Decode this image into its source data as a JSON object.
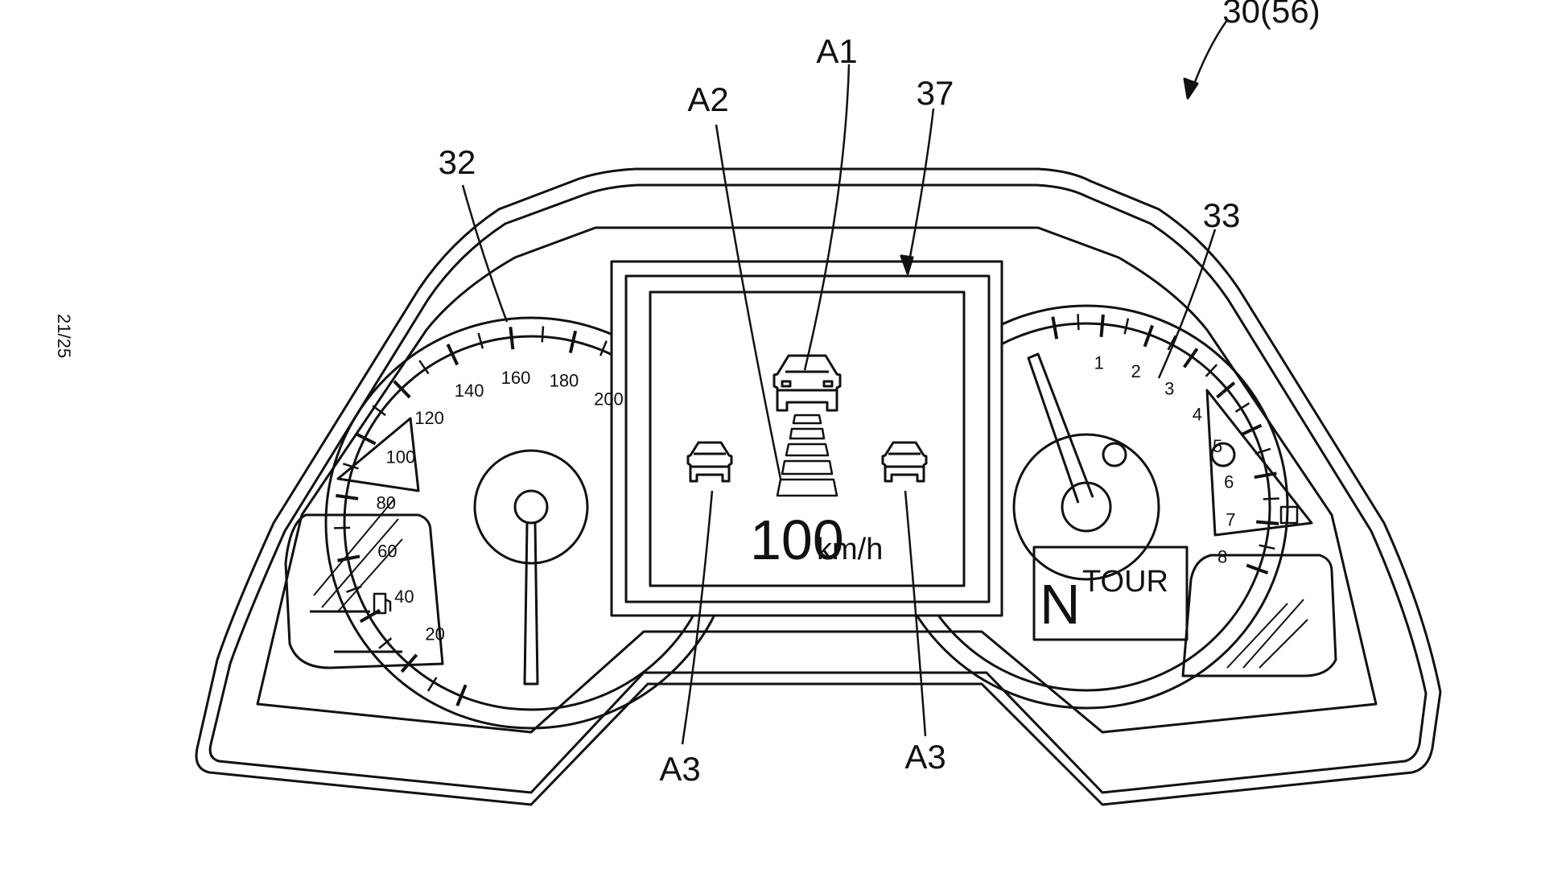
{
  "page_number": "21/25",
  "labels": {
    "assembly": "30(56)",
    "speedometer": "32",
    "tachometer": "33",
    "display": "37",
    "a1": "A1",
    "a2": "A2",
    "a3_left": "A3",
    "a3_right": "A3"
  },
  "speedometer": {
    "tick_labels": [
      "20",
      "40",
      "60",
      "80",
      "100",
      "120",
      "140",
      "160",
      "180",
      "200"
    ]
  },
  "tachometer": {
    "tick_labels": [
      "1",
      "2",
      "3",
      "4",
      "5",
      "6",
      "7",
      "8"
    ]
  },
  "display": {
    "speed_value": "100",
    "speed_unit": "km/h"
  },
  "info_panel": {
    "gear": "N",
    "mode": "TOUR"
  },
  "icons": [
    "fuel-pump-icon",
    "vehicle-ahead-icon",
    "vehicle-left-icon",
    "vehicle-right-icon",
    "lane-distance-bars-icon",
    "square-indicator-icon"
  ]
}
